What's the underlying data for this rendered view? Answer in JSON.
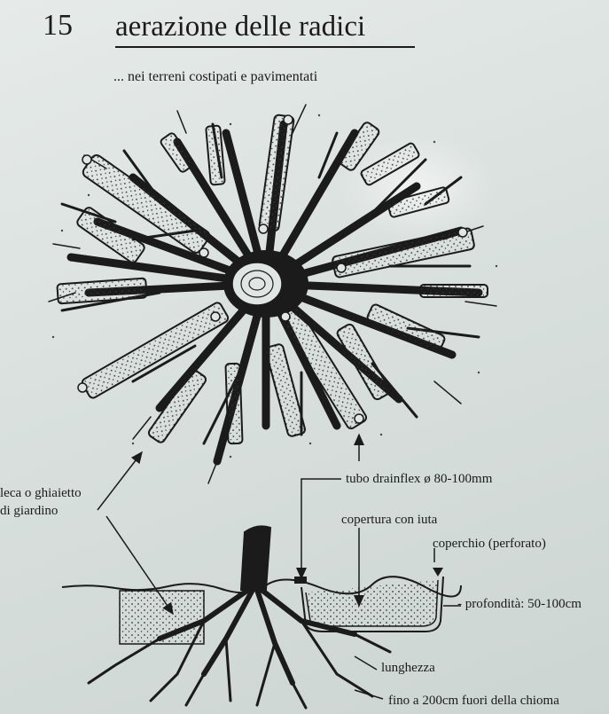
{
  "header": {
    "number": "15",
    "title": "aerazione delle radici",
    "subtitle": "... nei terreni costipati e pavimentati"
  },
  "labels": {
    "fill_material_line1": "leca o ghiaietto",
    "fill_material_line2": "di giardino",
    "pipe": "tubo drainflex ø 80-100mm",
    "cover": "copertura con iuta",
    "lid": "coperchio (perforato)",
    "depth": "- profondità:  50-100cm",
    "length_line1": "lunghezza",
    "length_line2": "fino a 200cm fuori della chioma"
  }
}
